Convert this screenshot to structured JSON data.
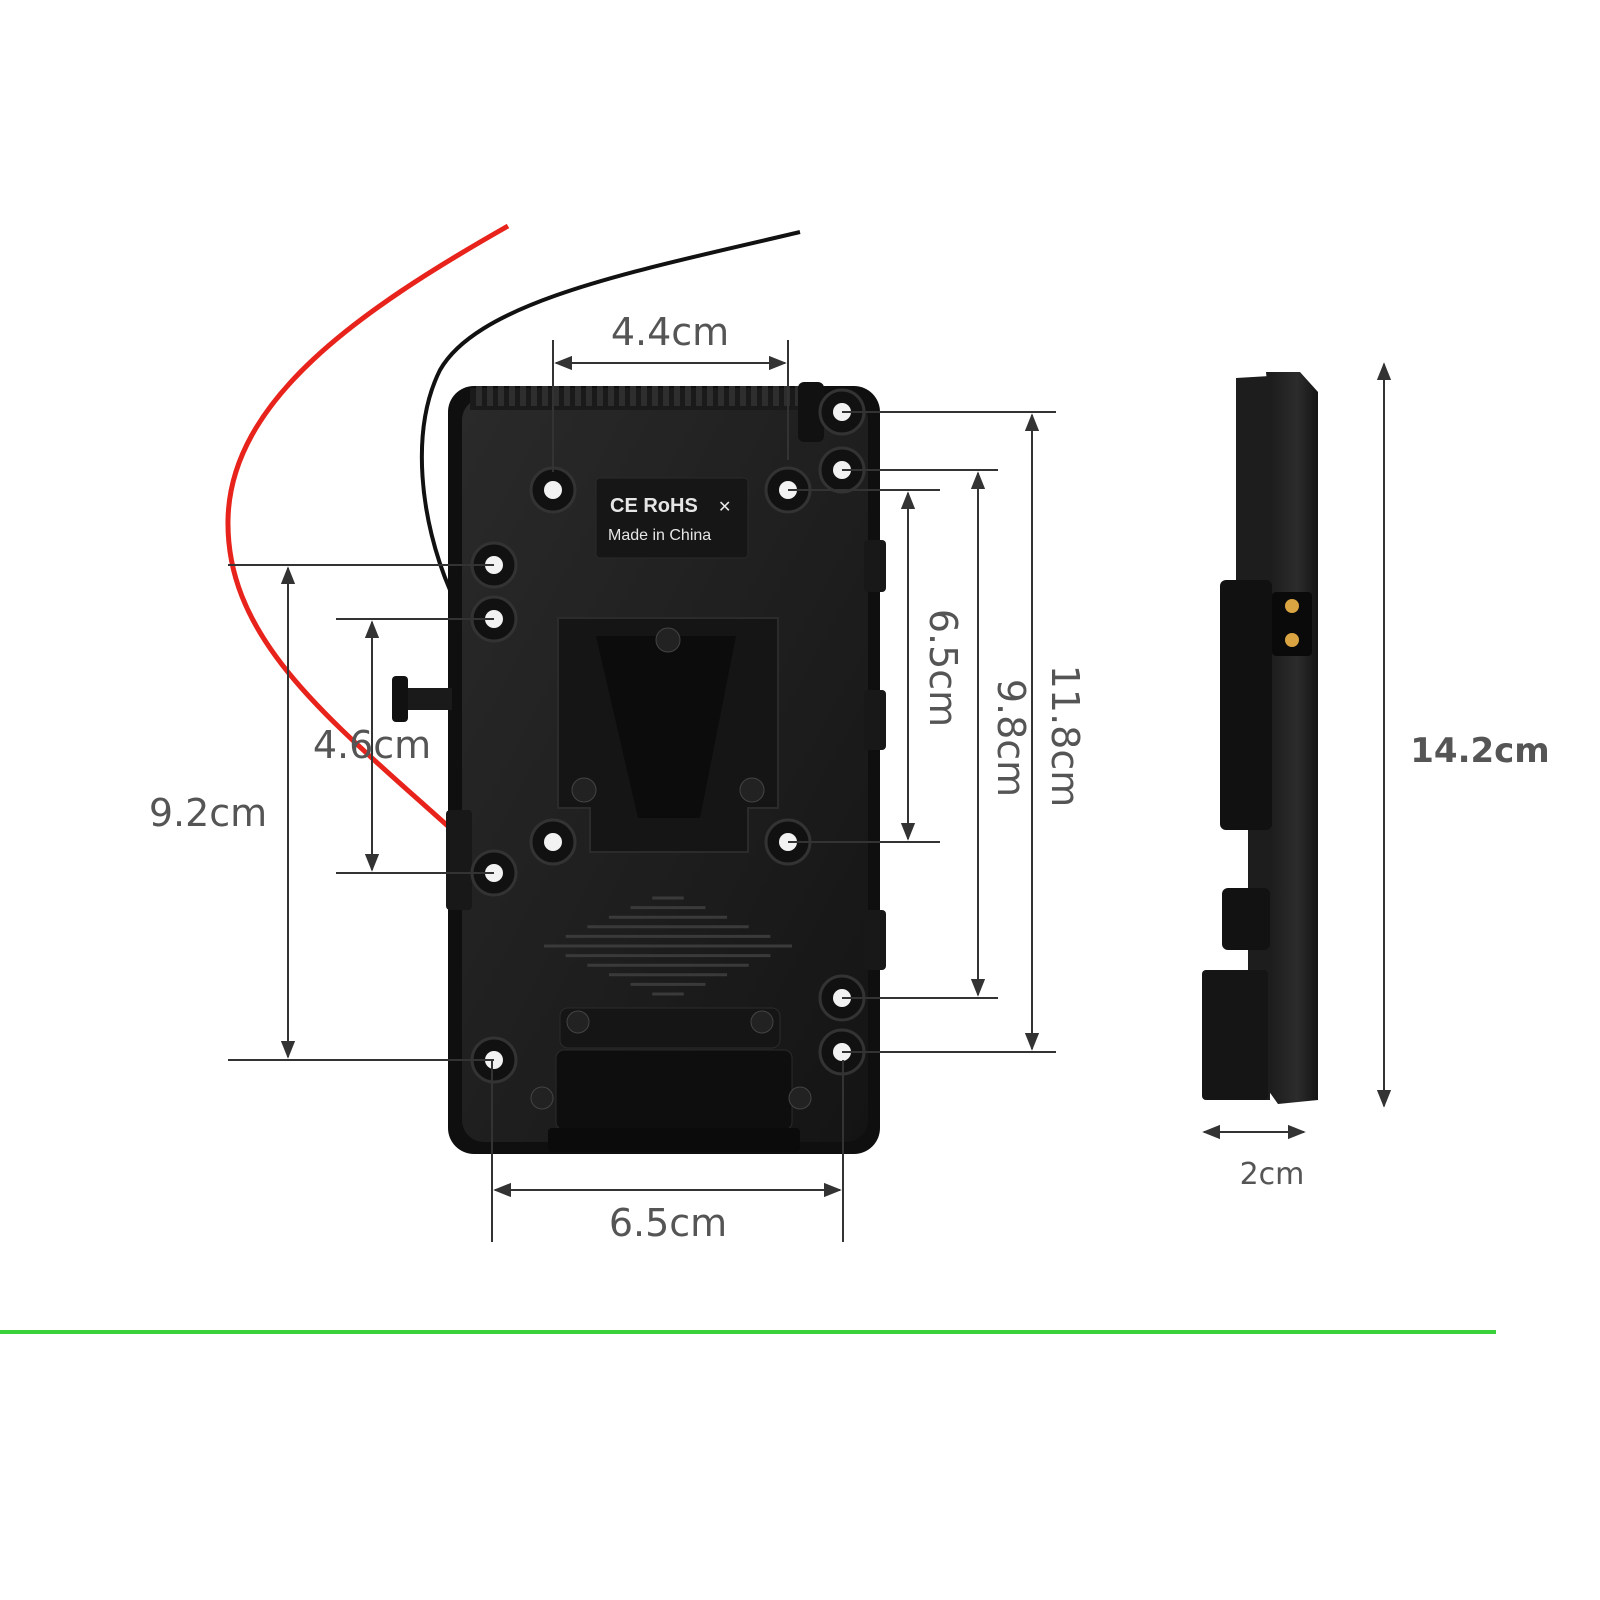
{
  "product": {
    "label_line1": "CE RoHS",
    "label_line2": "Made in China"
  },
  "dimensions": {
    "top_hole_spacing": "4.4cm",
    "bottom_hole_spacing": "6.5cm",
    "left_outer_height": "9.2cm",
    "left_inner_height": "4.6cm",
    "right_inner_height": "6.5cm",
    "right_middle_height": "9.8cm",
    "right_outer_height": "11.8cm",
    "side_height": "14.2cm",
    "side_thickness": "2cm"
  },
  "colors": {
    "plate": "#1e1e1e",
    "plate_edge": "#0f0f0f",
    "red_wire": "#e8231c",
    "black_wire": "#111111",
    "dimension": "#333333",
    "divider": "#3ad13a",
    "contact": "#d9a441"
  }
}
